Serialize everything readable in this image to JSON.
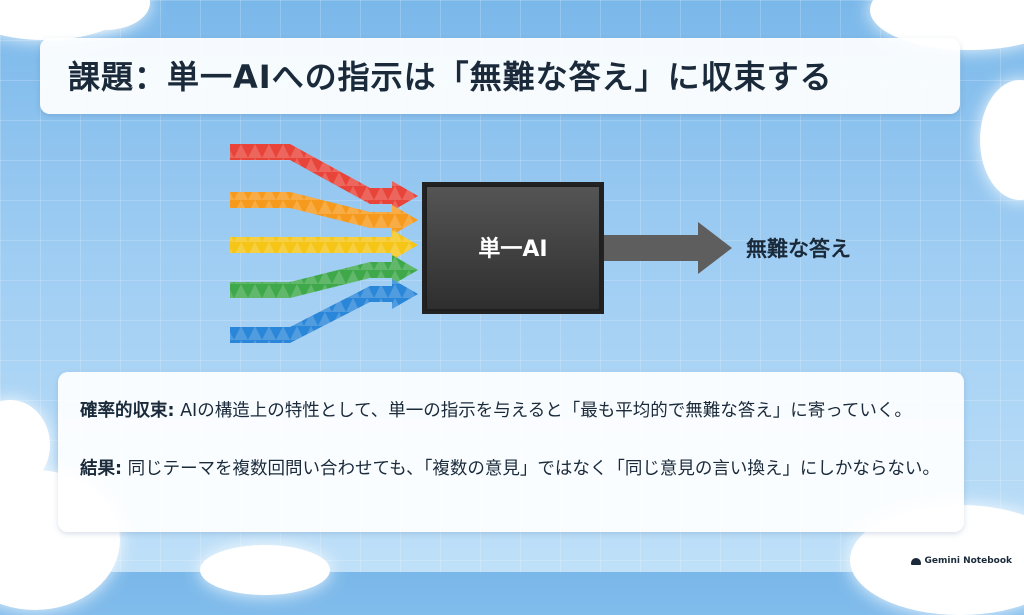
{
  "title": "課題：単一AIへの指示は「無難な答え」に収束する",
  "diagram": {
    "box_label": "単一AI",
    "output_label": "無難な答え",
    "arrow_colors": [
      "#e8443a",
      "#f59a1c",
      "#f5c518",
      "#3ea84a",
      "#2a86d8"
    ],
    "box_color": "#3a3a3a",
    "output_arrow_color": "#5e5e5e"
  },
  "points": [
    {
      "term": "確率的収束:",
      "text": " AIの構造上の特性として、単一の指示を与えると「最も平均的で無難な答え」に寄っていく。"
    },
    {
      "term": "結果:",
      "text": " 同じテーマを複数回問い合わせても、「複数の意見」ではなく「同じ意見の言い換え」にしかならない。"
    }
  ],
  "brand": "Gemini Notebook"
}
